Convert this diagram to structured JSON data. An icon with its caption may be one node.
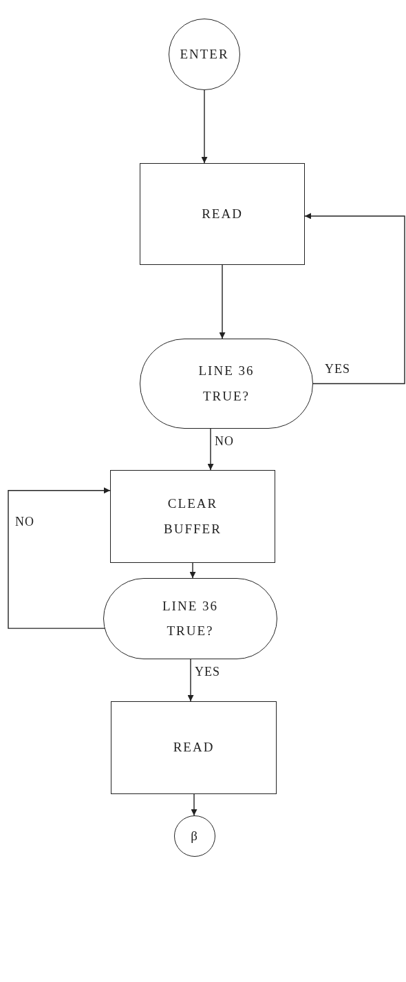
{
  "diagram": {
    "nodes": [
      {
        "text": [
          "ENTER"
        ]
      },
      {
        "text": [
          "READ"
        ]
      },
      {
        "text": [
          "LINE 36 TRUE?"
        ]
      },
      {
        "text": [
          "CLEAR BUFFER"
        ]
      },
      {
        "text": [
          "LINE 36 TRUE?"
        ]
      },
      {
        "text": [
          "READ"
        ]
      },
      {
        "text": [
          "β"
        ]
      }
    ],
    "edges": [
      {
        "from": 0,
        "to": 1,
        "arrow": "to"
      },
      {
        "from": 1,
        "to": 2,
        "arrow": "to"
      },
      {
        "from": 2,
        "to": 1,
        "arrow": "to",
        "label": "YES"
      },
      {
        "from": 2,
        "to": 3,
        "arrow": "to",
        "label": "NO"
      },
      {
        "from": 3,
        "to": 4,
        "arrow": "to"
      },
      {
        "from": 4,
        "to": 3,
        "arrow": "to",
        "label": "NO"
      },
      {
        "from": 4,
        "to": 5,
        "arrow": "to",
        "label": "YES"
      },
      {
        "from": 5,
        "to": 6,
        "arrow": "to"
      }
    ]
  }
}
